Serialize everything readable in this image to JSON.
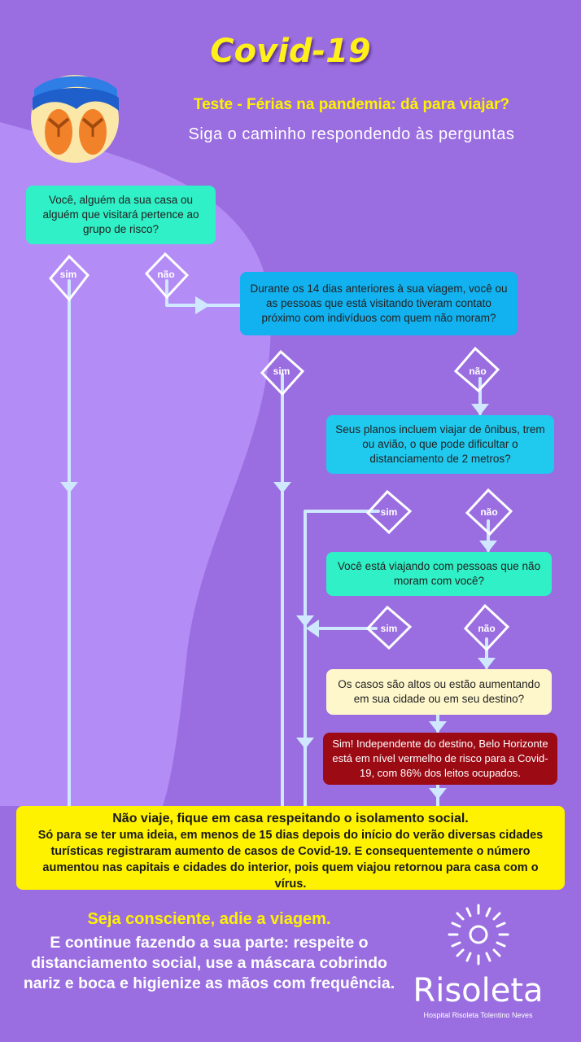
{
  "header": {
    "title": "Covid-19",
    "subtitle": "Teste - Férias na pandemia: dá para viajar?",
    "instruction": "Siga o caminho respondendo às perguntas"
  },
  "flow": {
    "q1": "Você, alguém da sua casa ou alguém que visitará pertence ao grupo de risco?",
    "q2": "Durante os 14 dias anteriores à sua viagem, você ou as pessoas que está visitando tiveram contato próximo com indivíduos com quem não moram?",
    "q3": "Seus planos incluem viajar de ônibus, trem ou avião, o que pode dificultar o distanciamento de 2 metros?",
    "q4": "Você está viajando com pessoas que não moram com você?",
    "q5": "Os casos são altos ou estão aumentando em sua cidade ou em seu destino?",
    "alert": "Sim! Independente do destino, Belo Horizonte está em nível vermelho de risco para a Covid-19, com 86% dos leitos ocupados.",
    "yes_label": "sim",
    "no_label": "não"
  },
  "result": {
    "headline": "Não viaje, fique em casa respeitando o isolamento social.",
    "body": "Só para se ter uma ideia, em menos de 15 dias depois do início do verão diversas cidades turísticas registraram aumento de casos de Covid-19. E consequentemente o número aumentou nas capitais e cidades do interior, pois quem viajou retornou para casa com o vírus."
  },
  "footer": {
    "cta": "Seja consciente, adie a viagem.",
    "closing": "E continue fazendo a sua parte: respeite o distanciamento social, use a máscara cobrindo nariz e boca e higienize as mãos com frequência.",
    "brand": "Risoleta",
    "brand_subtitle": "Hospital Risoleta Tolentino Neves"
  },
  "colors": {
    "background": "#9a6ee0",
    "wave": "#b48cf6",
    "title": "#ffef1a",
    "green_box": "#2ff0c6",
    "blue_box": "#12b2f0",
    "alert_box": "#9c0a14",
    "result_box": "#fff200",
    "connector": "#cfe8ff"
  }
}
